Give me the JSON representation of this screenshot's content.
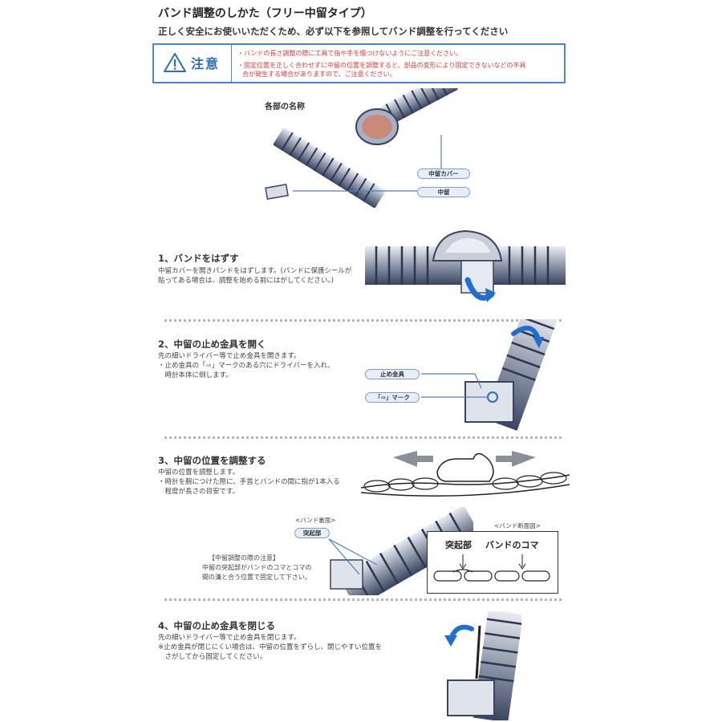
{
  "header": {
    "title": "バンド調整のしかた（フリー中留タイプ）",
    "subtitle": "正しく安全にお使いいただくため、必ず以下を参照してバンド調整を行ってください"
  },
  "caution": {
    "label": "注意",
    "lines": [
      "・バンドの長さ調整の際に工具で指や手を傷つけないようにご注意ください。",
      "・固定位置を正しく合わせずに中留の位置を調整すると、部品の変形により固定できないなどの不具",
      "合が発生する場合がありますので、ご注意ください。"
    ]
  },
  "parts": {
    "title": "各部の名称",
    "labels": [
      "中留カバー",
      "中留"
    ]
  },
  "steps": [
    {
      "title": "1、バンドをはずす",
      "text": "中留カバーを開きバンドをはずします。(バンドに保護シールが\n貼ってある場合は、調整を始める前にはがしてください。)"
    },
    {
      "title": "2、中留の止め金具を開く",
      "text": "先の細いドライバー等で止め金具を開きます。\n・止め金具の「⇨」マークのある穴にドライバーを入れ、\n　時計本体に倒します。",
      "labels": [
        "止め金具",
        "「⇨」マーク"
      ]
    },
    {
      "title": "3、中留の位置を調整する",
      "text": "中留の位置を調整します。\n・時計を腕につけた際に、手首とバンドの間に指が1本入る\n　程度が長さの目安です。",
      "band_back_label": "<バンド裏面>",
      "protrusion_label": "突起部",
      "section_label": "<バンド断面図>",
      "diagram_labels": [
        "突起部",
        "バンドのコマ"
      ],
      "note_title": "【中留調整の際の注意】",
      "note_text": "中留の突起部がバンドのコマとコマの\n間の溝と合う位置で固定して下さい。"
    },
    {
      "title": "4、中留の止め金具を閉じる",
      "text": "先の細いドライバー等で止め金具を閉じます。\n※止め金具が閉じにくい場合は、中留の位置をずらし、閉じやすい位置を\n　さがしてから固定してください。"
    }
  ],
  "colors": {
    "accent": "#2e6eb5",
    "caution_text": "#e03a3a",
    "arrow": "#1f6fd0"
  }
}
